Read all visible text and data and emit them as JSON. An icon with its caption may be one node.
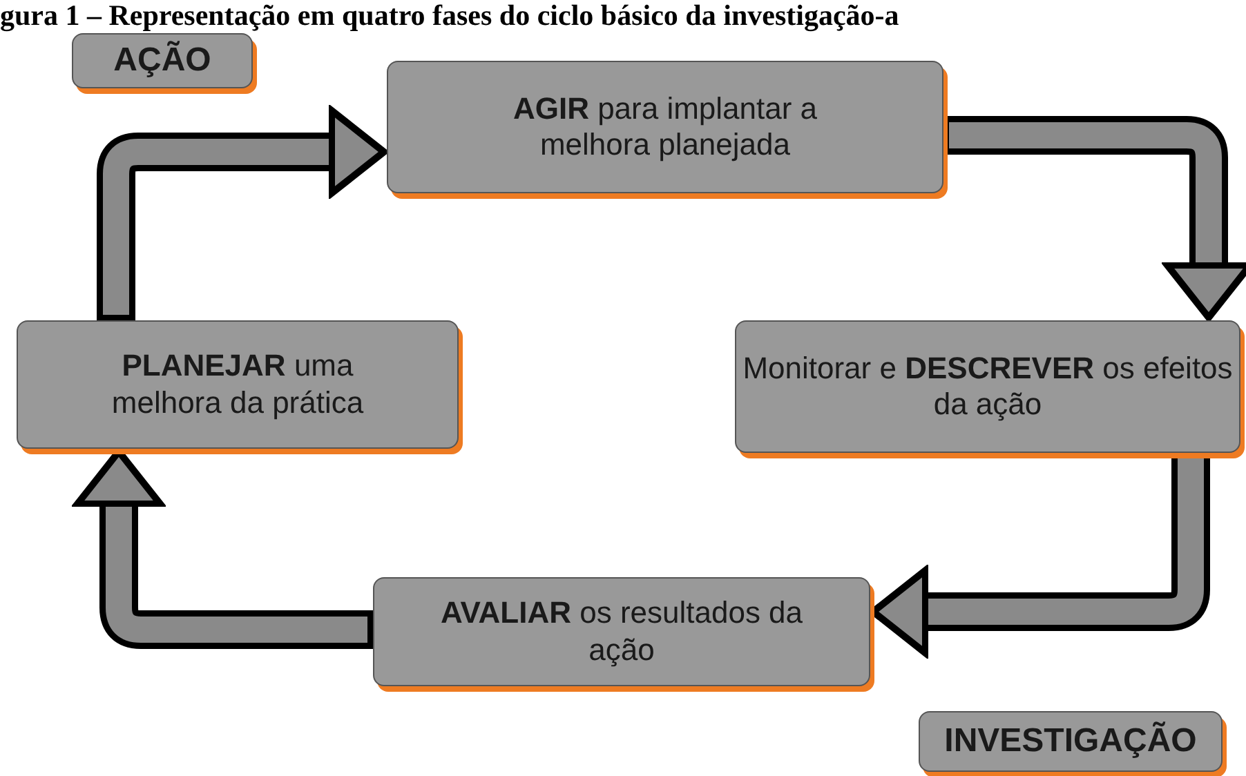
{
  "diagram": {
    "title": "gura 1 – Representação em quatro fases do ciclo básico da investigação-a",
    "nodes": [
      {
        "text": [
          "AÇÃO"
        ]
      },
      {
        "text": [
          "**AGIR** para implantar a melhora planejada"
        ]
      },
      {
        "text": [
          "**PLANEJAR** uma melhora da prática"
        ]
      },
      {
        "text": [
          "Monitorar e **DESCREVER** os efeitos da ação"
        ]
      },
      {
        "text": [
          "**AVALIAR** os resultados da ação"
        ]
      },
      {
        "text": [
          "INVESTIGAÇÃO"
        ]
      }
    ],
    "edges": [
      {
        "from": 2,
        "to": 1,
        "arrow": "to"
      },
      {
        "from": 1,
        "to": 3,
        "arrow": "to"
      },
      {
        "from": 3,
        "to": 4,
        "arrow": "to"
      },
      {
        "from": 4,
        "to": 2,
        "arrow": "to"
      }
    ]
  }
}
